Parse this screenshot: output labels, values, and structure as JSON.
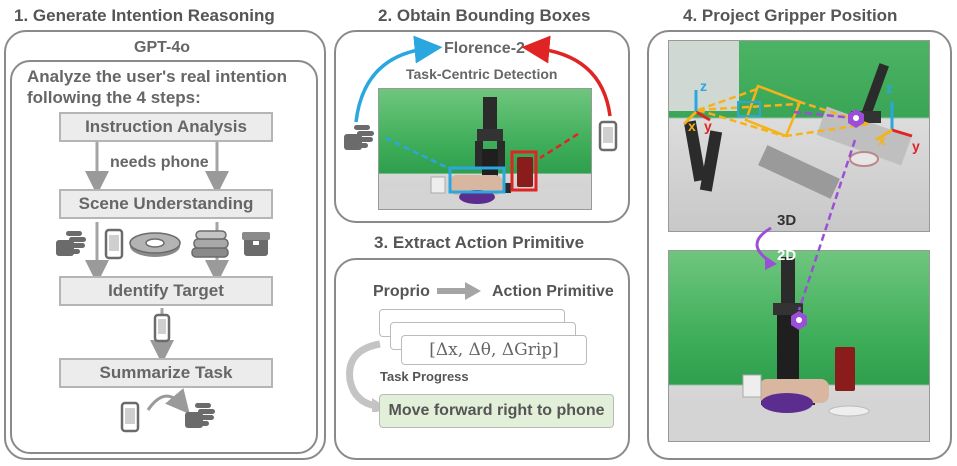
{
  "titles": {
    "step1": "1. Generate Intention Reasoning",
    "step2": "2. Obtain Bounding Boxes",
    "step3": "3. Extract Action Primitive",
    "step4": "4. Project Gripper Position"
  },
  "panel1": {
    "model": "GPT-4o",
    "prompt_line1": "Analyze the user's real intention",
    "prompt_line2": "following the 4 steps:",
    "steps": [
      "Instruction Analysis",
      "Scene Understanding",
      "Identify Target",
      "Summarize Task"
    ],
    "needs_label": "needs phone"
  },
  "panel2": {
    "model": "Florence-2",
    "detection": "Task-Centric Detection"
  },
  "panel3": {
    "input": "Proprio",
    "output": "Action Primitive",
    "delta": "[Δx, Δθ, ΔGrip]",
    "progress": "Task Progress",
    "result": "Move forward right to phone"
  },
  "panel4": {
    "label_3d": "3D",
    "label_2d": "2D",
    "axis_x_left": "x",
    "axis_y_left": "y",
    "axis_z_left": "z",
    "axis_x_right": "x",
    "axis_y_right": "y",
    "axis_z_right": "z"
  },
  "colors": {
    "blue_arrow": "#2aa7df",
    "red_arrow": "#e02424",
    "purple": "#9b4fd6",
    "yellow": "#f5b31b",
    "step_fill": "#ececec",
    "result_fill": "#e2efd9"
  }
}
